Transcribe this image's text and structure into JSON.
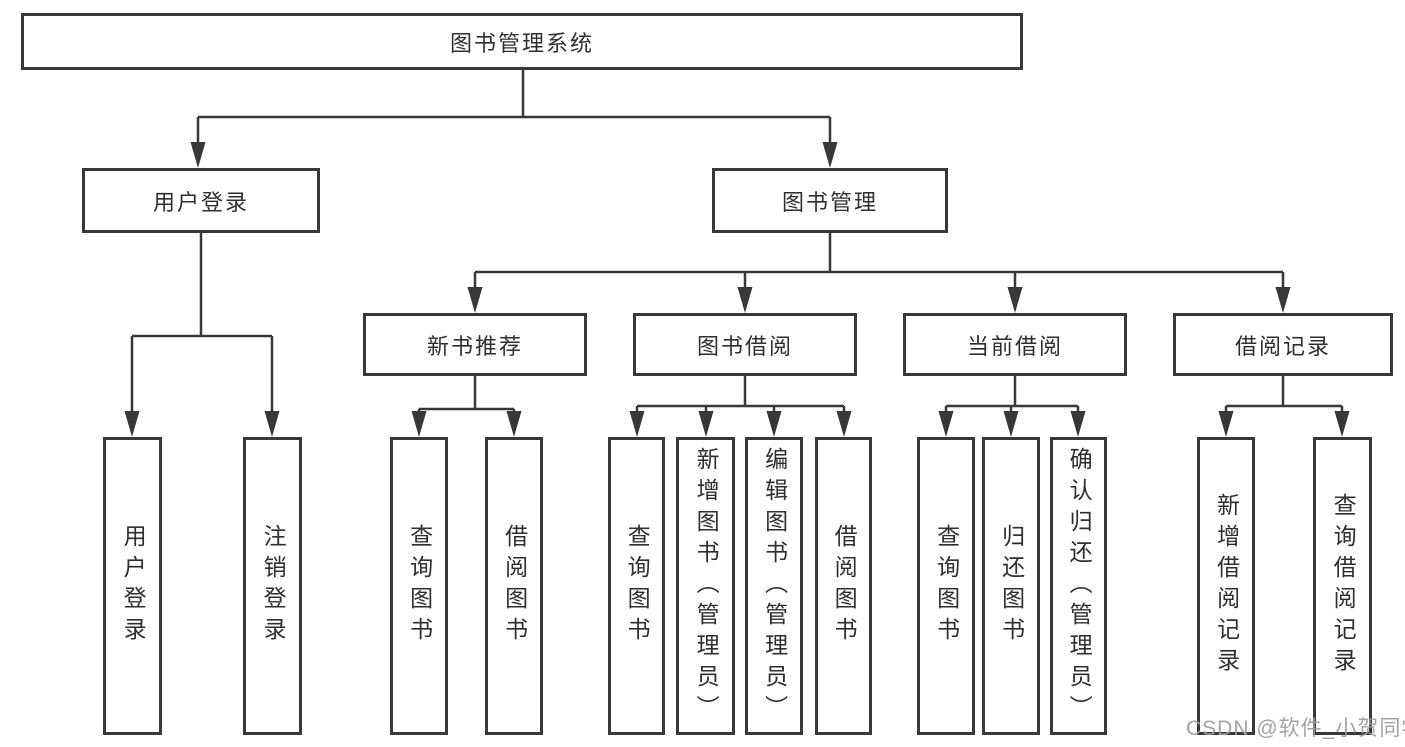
{
  "nodes": {
    "root": {
      "label": "图书管理系统"
    },
    "level2": [
      {
        "label": "用户登录"
      },
      {
        "label": "图书管理"
      }
    ],
    "level3": [
      {
        "label": "新书推荐"
      },
      {
        "label": "图书借阅"
      },
      {
        "label": "当前借阅"
      },
      {
        "label": "借阅记录"
      }
    ],
    "leaves": [
      {
        "label": "用户登录"
      },
      {
        "label": "注销登录"
      },
      {
        "label": "查询图书"
      },
      {
        "label": "借阅图书"
      },
      {
        "label": "查询图书"
      },
      {
        "label": "新增图书（管理员）"
      },
      {
        "label": "编辑图书（管理员）"
      },
      {
        "label": "借阅图书"
      },
      {
        "label": "查询图书"
      },
      {
        "label": "归还图书"
      },
      {
        "label": "确认归还（管理员）"
      },
      {
        "label": "新增借阅记录"
      },
      {
        "label": "查询借阅记录"
      }
    ]
  },
  "watermark": {
    "text": "CSDN @软件_小贺同学"
  },
  "colors": {
    "line": "#383838",
    "box_border": "#383838",
    "text": "#2f2f2f",
    "watermark": "#9e9e9e",
    "background": "#ffffff"
  }
}
